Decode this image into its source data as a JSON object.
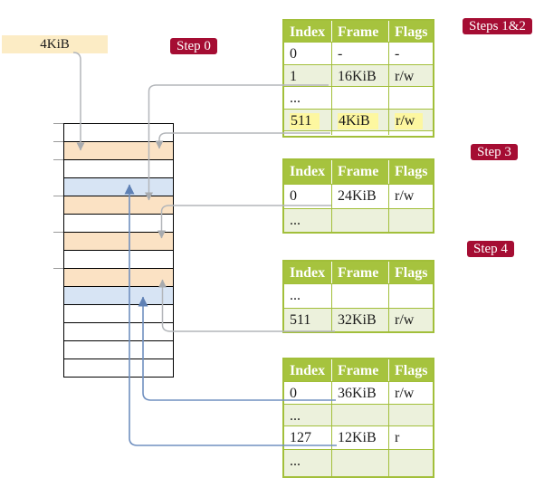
{
  "size_box": {
    "label": "4KiB"
  },
  "step_labels": {
    "step0": "Step 0",
    "steps12": "Steps 1&2",
    "step3": "Step 3",
    "step4": "Step 4"
  },
  "tables": {
    "columns": [
      "Index",
      "Frame",
      "Flags"
    ],
    "t1": {
      "rows": [
        [
          "0",
          "-",
          "-"
        ],
        [
          "1",
          "16KiB",
          "r/w"
        ],
        [
          "...",
          "",
          ""
        ],
        [
          "511",
          "4KiB",
          "r/w"
        ]
      ],
      "shaded": [
        1,
        3
      ],
      "highlighted": [
        3
      ]
    },
    "t2": {
      "rows": [
        [
          "0",
          "24KiB",
          "r/w"
        ],
        [
          "...",
          "",
          ""
        ]
      ],
      "shaded": [
        1
      ],
      "highlighted": []
    },
    "t3": {
      "rows": [
        [
          "...",
          "",
          ""
        ],
        [
          "511",
          "32KiB",
          "r/w"
        ]
      ],
      "shaded": [
        1
      ],
      "highlighted": []
    },
    "t4": {
      "rows": [
        [
          "0",
          "36KiB",
          "r/w"
        ],
        [
          "...",
          "",
          ""
        ],
        [
          "127",
          "12KiB",
          "r"
        ],
        [
          "...",
          "",
          ""
        ]
      ],
      "shaded": [
        1,
        3
      ],
      "highlighted": []
    }
  },
  "memory": {
    "row_colors": [
      "white",
      "orange",
      "white",
      "blue",
      "orange",
      "white",
      "orange",
      "white",
      "orange",
      "blue",
      "white",
      "white",
      "white",
      "white"
    ]
  },
  "colors": {
    "accent_red": "#a50d33",
    "table_header_green": "#a6c33e",
    "table_border_green": "#a2bf3a",
    "table_row_green": "#ecf1dc",
    "highlight_yellow": "#fdf7a0",
    "size_box_cream": "#fcecc5",
    "memory_orange": "#fbe2c4",
    "memory_blue": "#d7e4f4",
    "arrow_gray": "#b3b6ba",
    "arrow_blue": "#7090c0"
  }
}
